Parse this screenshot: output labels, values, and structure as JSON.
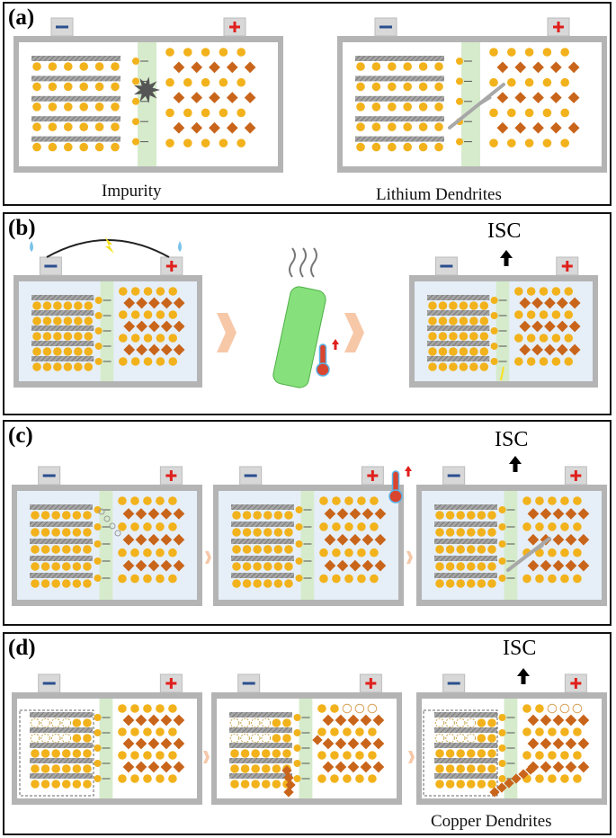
{
  "panels": {
    "a": {
      "label": "(a)",
      "captions": [
        "Impurity",
        "Lithium Dendrites"
      ]
    },
    "b": {
      "label": "(b)",
      "isc_label": "ISC"
    },
    "c": {
      "label": "(c)",
      "isc_label": "ISC"
    },
    "d": {
      "label": "(d)",
      "isc_label": "ISC",
      "caption": "Copper Dendrites"
    }
  },
  "terminals": {
    "negative": "−",
    "positive": "+"
  },
  "colors": {
    "frame": "#b4b4b4",
    "anode_layer": "#8f8f8f",
    "li_particle": "#f2b21c",
    "cathode_particle": "#c9651b",
    "separator": "#d6ebcc",
    "cell_tint": "#e6eff8",
    "negative_terminal": "#2b4f8f",
    "positive_terminal": "#e0201c",
    "chevron": "#f6c8a8",
    "thermometer": "#d9452e"
  }
}
